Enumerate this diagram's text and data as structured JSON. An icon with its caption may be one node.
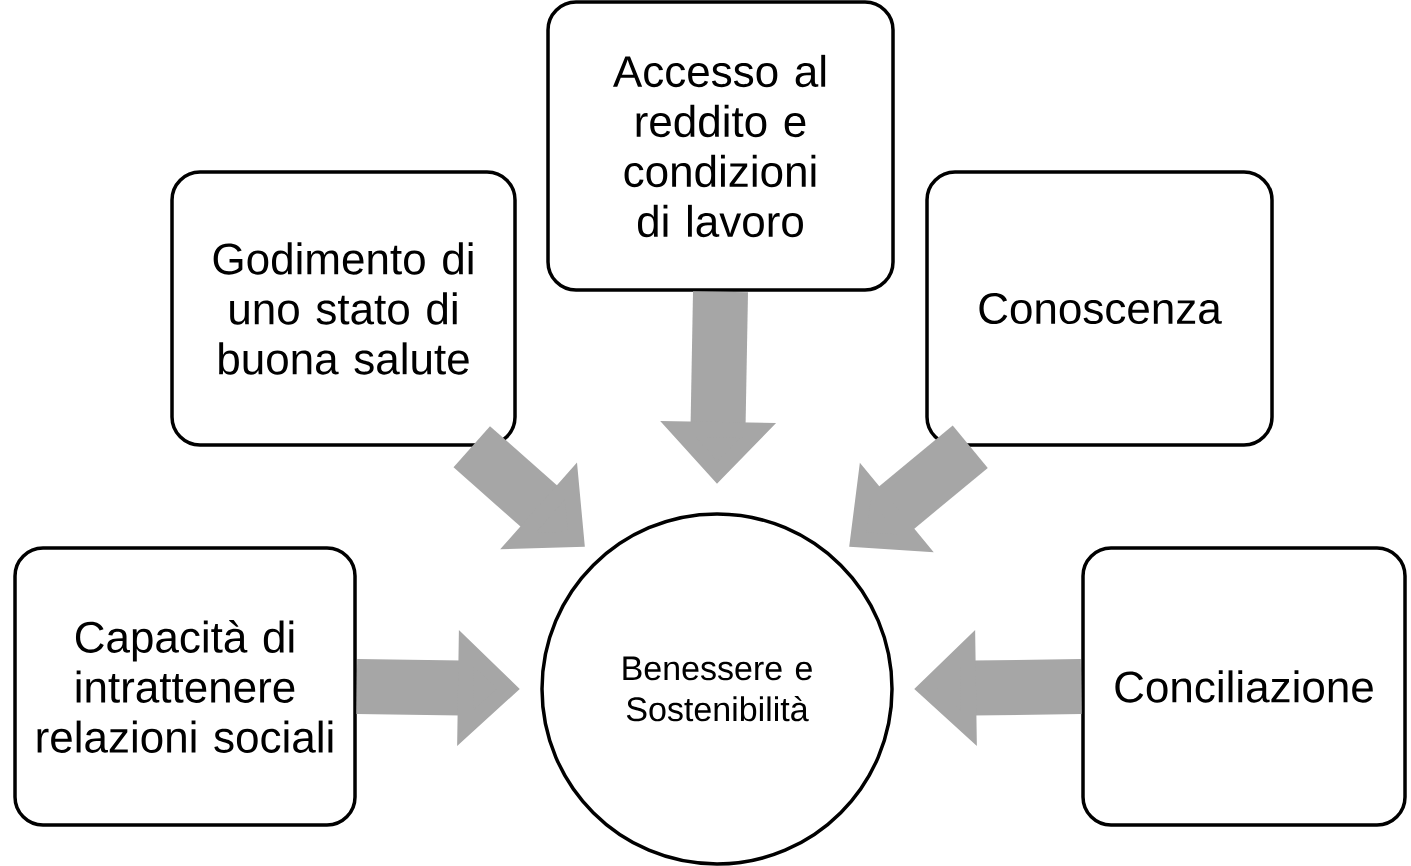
{
  "diagram": {
    "nodes": [
      {
        "text": [
          "Capacità di intrattenere relazioni sociali"
        ]
      },
      {
        "text": [
          "Godimento di uno stato di buona salute"
        ]
      },
      {
        "text": [
          "Accesso al reddito e condizioni di lavoro"
        ]
      },
      {
        "text": [
          "Conoscenza"
        ]
      },
      {
        "text": [
          "Conciliazione"
        ]
      },
      {
        "text": [
          "Benessere e Sostenibilità"
        ]
      }
    ],
    "edges": [
      {
        "from": 0,
        "to": 5,
        "arrow": "to"
      },
      {
        "from": 1,
        "to": 5,
        "arrow": "to"
      },
      {
        "from": 2,
        "to": 5,
        "arrow": "to"
      },
      {
        "from": 3,
        "to": 5,
        "arrow": "to"
      },
      {
        "from": 4,
        "to": 5,
        "arrow": "to"
      }
    ]
  }
}
